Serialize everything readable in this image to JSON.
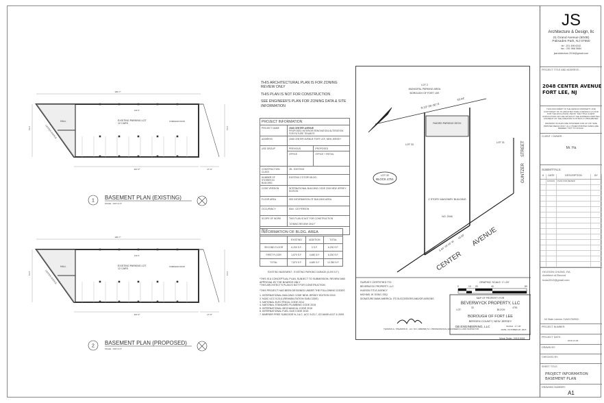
{
  "firm": {
    "logo": "JS",
    "name": "Architecture & Design, llc",
    "address1": "21 Grand Avenue (604B)",
    "address2": "Palisades Park, NJ 07650",
    "tel": "tel : 201 496 6242",
    "fax": "fax : 201 568 0684",
    "email": "jsarchitecture.2016@gmail.com"
  },
  "title_block": {
    "project_label": "PROJECT TITLE AND ADDRESS :",
    "project_line1": "2048 CENTER AVENUE",
    "project_line2": "FORT LEE, NJ",
    "copyright": "THIS DOCUMENT IS THE DESIGN PROPERTY AND COPYRIGHT OF JS ARCHITECTURE & DESIGN LLC AND FOR THE EXCLUSIVE USE BY THE TITLE CLIENT. DUPLICATION OR USE WITHOUT THE EXPRESS WRITTEN CONSENT OF THE CREATOR IS STRICTLY PROHIBITED.",
    "scale_note": "DRAWING SCALES ARE INTENDED FOR 24\"x36\" SIZE PRINTED MEDIA ONLY. ALL OTHER PRINTED SIZES ARE DEEMED \"NOT TO SCALE\".",
    "client_label": "CLIENT / OWNER :",
    "client": "Mr. Ha",
    "submittals_label": "SUBMITTALS:",
    "submittal_headers": [
      "#",
      "DATE",
      "DESCRIPTION",
      "BY"
    ],
    "submittals": [
      {
        "num": "",
        "date": "12/01/19",
        "desc": "PLAN FOR REVIEW",
        "by": ""
      }
    ],
    "architect_name": "HOJOON CHUNG, RA",
    "architect_role": "Architect of Record",
    "architect_email": "hcas2012@gmail.com",
    "license": "NJ State License: 21AI01760900",
    "project_number_label": "PROJECT NUMBER:",
    "project_date_label": "PROJECT DATE:",
    "project_date": "2019-12-09",
    "drawn_by_label": "DRAWN BY:",
    "checked_by_label": "CHECKED BY:",
    "sheet_title_label": "SHEET TITLE:",
    "sheet_title1": "PROJECT INFORMATION",
    "sheet_title2": "BASEMENT PLAN",
    "drawing_number_label": "DRAWING NUMBER:",
    "drawing_number": "A1"
  },
  "notes": {
    "n1": "THIS ARCHITECTURAL PLAN IS FOR ZONING REVIEW ONLY",
    "n2": "THIS PLAN IS NOT FOR CONSTRUCTION",
    "n3": "SEE ENGINEER'S PLAN FOR ZONING DATA & SITE INFORMATION"
  },
  "project_info": {
    "title": "PROJECT INFORMATION",
    "project_name_label": "PROJECT NAME",
    "project_name": "2048 CENTER AVENUE",
    "project_desc": "PROPOSED INTERIOR RENOVATION/ ALTERATION FOR FUTURE TENANTS",
    "address_label": "ADDRESS",
    "address": "2048 CENTER AVENUE FORT LEE, NEW JERSEY",
    "use_group_label": "USE GROUP",
    "previous_label": "PREVIOUS",
    "proposed_label": "PROPOSED",
    "previous": "OFFICE",
    "proposed": "OFFICE + RETAIL",
    "construction_label": "CONSTRUCTION CLASS",
    "construction": "2B - EXISTING",
    "stories_label": "NUMBER OF STORIES IN BUILDING",
    "stories": "EXISTING 2 STORY BLDG.",
    "code_label": "CODE VERSION",
    "code": "INTERNATIONAL BUILDING CODE 2015 NEW JERSEY EDITION",
    "floor_label": "FLOOR AREA",
    "floor": "SEE INFORMATION OF BUILDING AREA",
    "occupancy_label": "OCCUPANCY",
    "occupancy": "MAX. 120 PERSON",
    "scope_label": "SCOPE OF WORK",
    "scope1": "THIS PLAN IS NOT FOR CONSTRUCTION",
    "scope2": "\"ZONING REVIEW ONLY\"",
    "note_label": "NOTE"
  },
  "bldg_area": {
    "title": "INFORMATION OF BLDG. AREA",
    "headers": [
      "",
      "EXISTING",
      "ADDITION",
      "TOTAL"
    ],
    "rows": [
      [
        "SECOND FLOOR",
        "6,200 S.F.",
        "0 S.F.",
        "6,200 S.F."
      ],
      [
        "FIRST FLOOR",
        "1,670 S.F.",
        "4,480 S.F.",
        "6,200 S.F."
      ],
      [
        "TOTAL",
        "7,870 S.F.",
        "4,480 S.F.",
        "12,350 S.F."
      ]
    ],
    "basement_note": "EXISTING BASEMENT : EXISTING PARKING GARAGE (6,200 S.F.)"
  },
  "general_notes": [
    "*THIS IS A CONCEPTUAL PLAN, SUBJECT TO SUBMISSION, REVIEW AND APPROVAL BY THE BOARDS ONLY",
    "*THIS ARCHITECT'S PLAN IS NOT FOR CONSTRUCTION",
    "*THIS PROJECT HAS BEEN DESIGNED UNDER THE FOLLOWING CODES"
  ],
  "codes": [
    "1. INTERNATIONAL BUILDING CODE NEW JERSEY EDITION 2015",
    "2. NJAC UCC 5:23-6 (REHABILITATION SUB-CODE)",
    "3. NATIONAL ELECTRICAL CODE 2014",
    "4. NATIONAL STANDARD PLUMBING CODE 2015",
    "5. INTERNATIONAL MECHANICAL CODE 2015",
    "6. INTERNATIONAL FUEL GAS CODE 2015",
    "7. BARRIER FREE SUBCODE N.J.A.C. UCC 5:23-7, ICC/ANSI A117.1/ 2009"
  ],
  "plans": [
    {
      "num": "1",
      "title": "BASEMENT PLAN (EXISTING)",
      "scale": "SCALE : 1/16\"=1'-0\"",
      "room": "EXISTING PARKING LOT",
      "cars": "12 CARS",
      "hall": "HALL",
      "door": "OVERHEAD DOOR",
      "street": "CENTER AVENUE",
      "dim_top": "100'-7\"",
      "dim_bottom": "110'-3\"",
      "dim_right": "17'-9\"",
      "dim_inner": "110'-6\"",
      "dim_side": "51'-2\""
    },
    {
      "num": "2",
      "title": "BASEMENT PLAN (PROPOSED)",
      "scale": "SCALE : 1/16\"=1'-0\"",
      "room": "EXISTING PARKING LOT",
      "cars": "12 CARS",
      "hall": "HALL",
      "door": "OVERHEAD DOOR",
      "street": "CENTER AVENUE",
      "dim_top": "100'-7\"",
      "dim_bottom": "110'-3\"",
      "dim_right": "17'-9\"",
      "dim_inner": "110'-6\"",
      "dim_side": "51'-2\""
    }
  ],
  "survey": {
    "lot2": "LOT 2",
    "municipal": "MUNICIPAL PARKING AREA",
    "borough": "BOROUGH OF FORT LEE",
    "bearing_top": "N 23°-55'-30\" E",
    "dist_top": "53.44'",
    "parking_deck": "RAISED PARKING DECK",
    "lot33": "LOT 33",
    "lot31": "LOT 31",
    "lot32": "LOT 32",
    "block": "BLOCK 4751",
    "building": "2 STORY MASONRY BUILDING",
    "bldg_no": "NO. 2048",
    "guntzer": "GUNTZER",
    "street": "STREET",
    "center": "CENTER",
    "avenue": "AVENUE",
    "bearing_bottom": "S 64°-33'-45\" W",
    "dist_bottom": "43.00'",
    "certified_label": "SURVEY CERTIFIED TO:",
    "certified": [
      "BEVERWYCK PROPERTY, LLC",
      "HUDSON TITLE AGENCY",
      "MICHAEL W. SONG, ESQ.",
      "SIGNATURE BANK AMERICA, ITS SUCCESSORS AND/OR ASSIGNS"
    ],
    "graphic_scale": "GRAPHIC SCALE: 1\"=20'",
    "scale_ticks": [
      "0",
      "10",
      "20",
      "40",
      "80"
    ],
    "map_of": "MAP OF PROPERTY FOR",
    "owner": "BEVERWYCK PROPERTY, LLC",
    "lot_label": "LOT:",
    "block_label": "BLOCK:",
    "lot_val": "32",
    "block_val": "4751",
    "borough_title": "BOROUGH OF FORT LEE",
    "county": "BERGEN COUNTY, NEW JERSEY",
    "engineer": "GB ENGINEERING, LLC",
    "scale_val": "SCALE : 1\"= 20'",
    "date_val": "DATE: OCTOBER 28, 2015",
    "surveyor": "THOMAS G. STEARNS III - LIC. NO. GB40696 N.J. PROFESSIONAL ENGINEER & LAND SURVEYOR",
    "work_order": "Work Order: 2015.0001"
  }
}
